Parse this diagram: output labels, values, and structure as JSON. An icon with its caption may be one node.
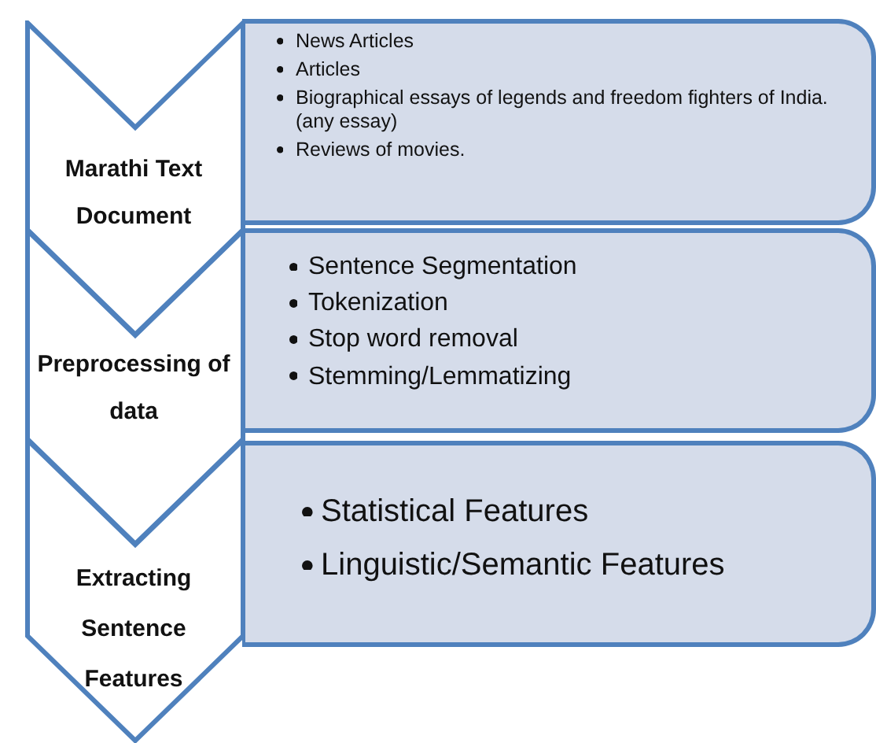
{
  "diagram": {
    "nodes": [
      {
        "text": [
          "Marathi Text Document"
        ]
      },
      {
        "text": [
          "News Articles",
          "Articles",
          "Biographical essays of legends and freedom fighters of India. (any essay)",
          "Reviews of movies."
        ]
      },
      {
        "text": [
          "Preprocessing of data"
        ]
      },
      {
        "text": [
          "Sentence Segmentation",
          "Tokenization",
          "Stop word removal",
          "Stemming/Lemmatizing"
        ]
      },
      {
        "text": [
          "Extracting Sentence Features"
        ]
      },
      {
        "text": [
          "Statistical Features",
          "Linguistic/Semantic Features"
        ]
      }
    ]
  }
}
